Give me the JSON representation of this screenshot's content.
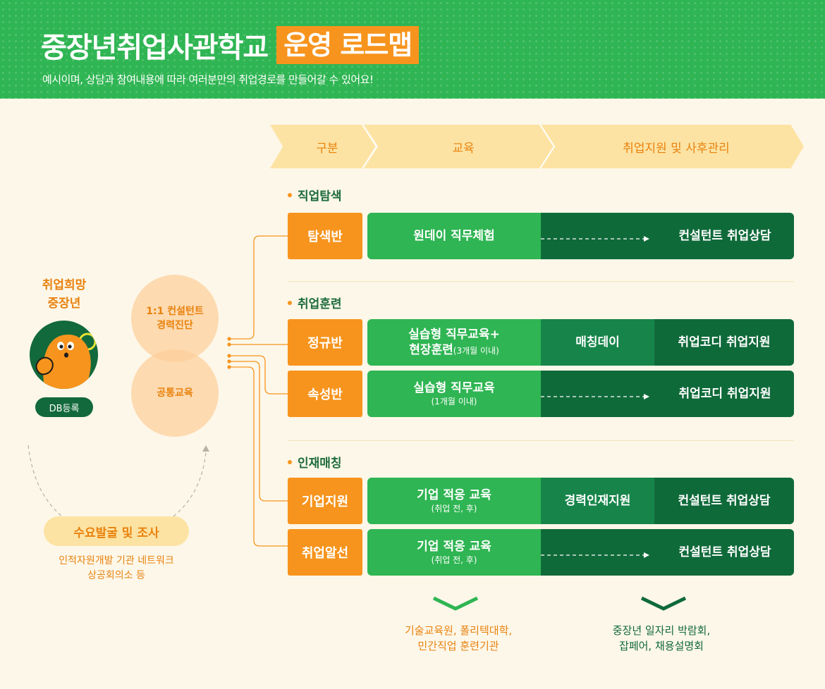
{
  "header": {
    "title": "중장년취업사관학교",
    "title_highlight": "운영 로드맵",
    "subtitle": "예시이며, 상담과 참여내용에 따라 여러분만의 취업경로를 만들어갈 수 있어요!"
  },
  "columns": [
    "구분",
    "교육",
    "취업지원 및 사후관리"
  ],
  "left": {
    "target": "취업희망\n중장년",
    "db_badge": "DB등록",
    "consult_circle": "1:1 컨설턴트\n경력진단",
    "common_circle": "공통교육",
    "demand_title": "수요발굴 및 조사",
    "demand_sub": "인적자원개발 기관 네트워크\n상공회의소 등"
  },
  "sections": [
    {
      "title": "직업탐색",
      "rows": [
        {
          "label": "탐색반",
          "edu": "원데이 직무체험",
          "edu_sub": "",
          "mid": "",
          "last": "컨설턴트 취업상담"
        }
      ]
    },
    {
      "title": "취업훈련",
      "rows": [
        {
          "label": "정규반",
          "edu": "실습형 직무교육+",
          "edu_line2": "현장훈련",
          "edu_line2_small": "(3개월 이내)",
          "mid": "매칭데이",
          "last": "취업코디 취업지원"
        },
        {
          "label": "속성반",
          "edu": "실습형 직무교육",
          "edu_sub": "(1개월 이내)",
          "mid": "",
          "last": "취업코디 취업지원"
        }
      ]
    },
    {
      "title": "인재매칭",
      "rows": [
        {
          "label": "기업지원",
          "edu": "기업 적응 교육",
          "edu_sub": "(취업 전, 후)",
          "mid": "경력인재지원",
          "last": "컨설턴트 취업상담"
        },
        {
          "label": "취업알선",
          "edu": "기업 적응 교육",
          "edu_sub": "(취업 전, 후)",
          "mid": "",
          "last": "컨설턴트 취업상담"
        }
      ]
    }
  ],
  "bottom": {
    "left": "기술교육원, 폴리텍대학,\n민간직업 훈련기관",
    "right": "중장년 일자리 박람회,\n잡페어, 채용설명회"
  },
  "colors": {
    "green": "#2fb553",
    "dark_green": "#0f6a3a",
    "orange": "#f7941d",
    "cream": "#fdf7e9"
  }
}
